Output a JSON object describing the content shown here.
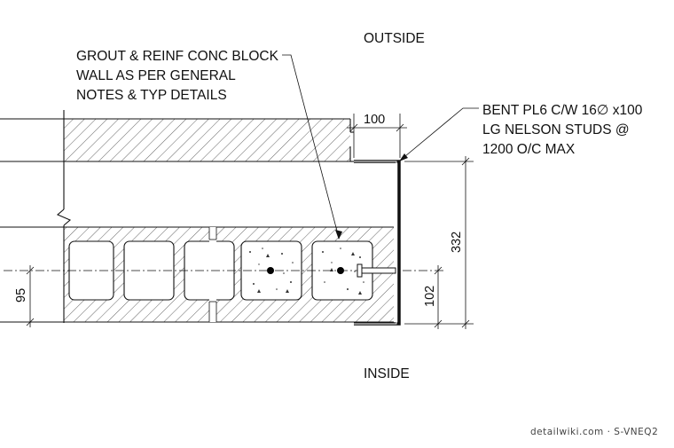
{
  "labels": {
    "outside": "OUTSIDE",
    "inside": "INSIDE",
    "grout_line1": "GROUT & REINF CONC BLOCK",
    "grout_line2": "WALL AS PER GENERAL",
    "grout_line3": "NOTES & TYP DETAILS",
    "plate_line1": "BENT PL6 C/W 16∅ x100",
    "plate_line2": "LG NELSON STUDS @",
    "plate_line3": "1200 O/C MAX"
  },
  "dimensions": {
    "top_width": "100",
    "overall_depth": "332",
    "stud_offset": "102",
    "block_offset": "95"
  },
  "watermark": "detailwiki.com · S-VNEQ2"
}
